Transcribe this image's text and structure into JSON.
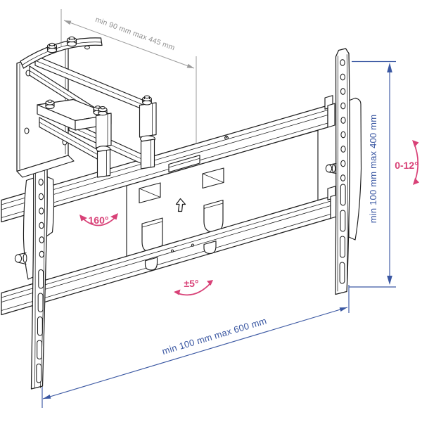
{
  "diagram": {
    "type": "technical-line-drawing",
    "subject": "full-motion articulating TV wall mount bracket",
    "dimensions": {
      "arm_extension": "min 90 mm max 445 mm",
      "mount_height": "min 100 mm max 400 mm",
      "mount_width": "min 100 mm max 600 mm"
    },
    "angles": {
      "tilt": "0-12°",
      "swivel": "160°",
      "level_adjust": "±5°"
    },
    "icons": {
      "up_arrow": "orientation-up-arrow",
      "swivel_arrow": "curved-double-arrow",
      "tilt_arrow": "curved-double-arrow",
      "level_arrow": "curved-double-arrow"
    },
    "colors": {
      "line_art": "#1d1d1d",
      "dimension_gray": "#9b9b9b",
      "dimension_blue": "#3a57a2",
      "angle_pink": "#d84177",
      "background": "#ffffff"
    }
  }
}
